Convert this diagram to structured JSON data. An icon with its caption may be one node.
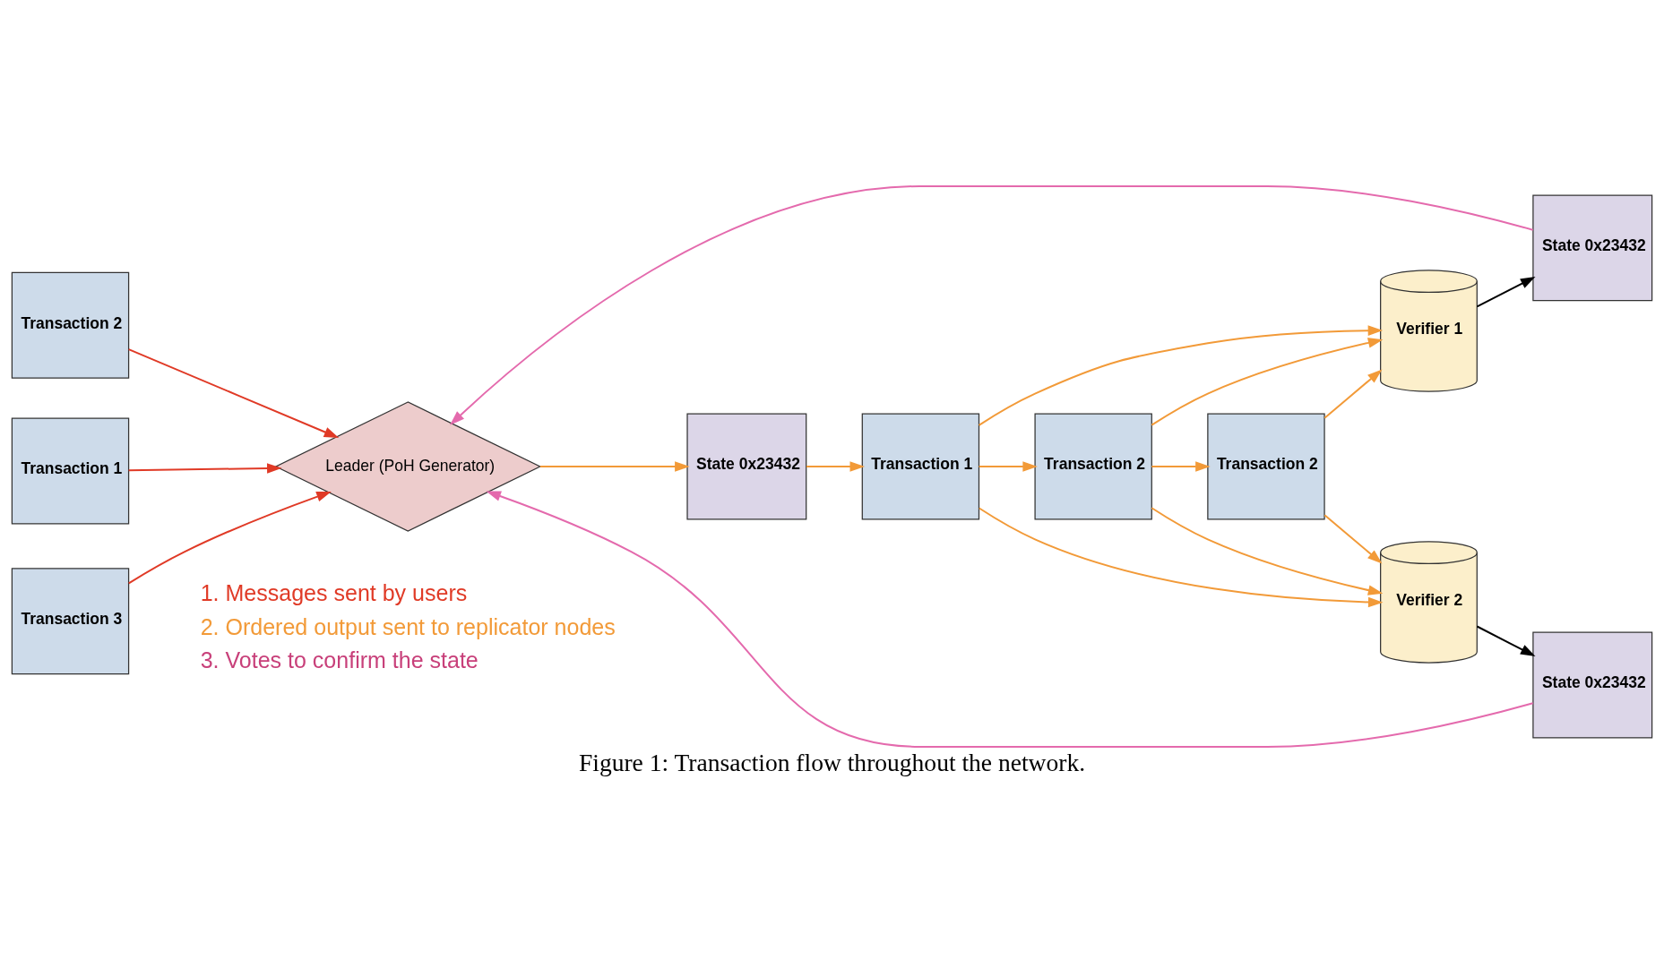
{
  "diagram": {
    "caption": "Figure 1: Transaction flow throughout the network.",
    "nodes": [
      {
        "text": [
          "Transaction 1"
        ]
      },
      {
        "text": [
          "Transaction 2"
        ]
      },
      {
        "text": [
          "Transaction 3"
        ]
      },
      {
        "text": [
          "Leader (PoH Generator)"
        ]
      },
      {
        "text": [
          "State 0x23432"
        ]
      },
      {
        "text": [
          "Transaction 1"
        ]
      },
      {
        "text": [
          "Transaction 2"
        ]
      },
      {
        "text": [
          "Transaction 2"
        ]
      },
      {
        "text": [
          "Verifier 1"
        ]
      },
      {
        "text": [
          "Verifier 2"
        ]
      },
      {
        "text": [
          "State 0x23432"
        ]
      },
      {
        "text": [
          "State 0x23432"
        ]
      }
    ],
    "edges": [
      {
        "from": 0,
        "to": 3,
        "arrow": "to",
        "color": "#e03a26"
      },
      {
        "from": 1,
        "to": 3,
        "arrow": "to",
        "color": "#e03a26"
      },
      {
        "from": 2,
        "to": 3,
        "arrow": "to",
        "color": "#e03a26"
      },
      {
        "from": 3,
        "to": 4,
        "arrow": "to"
      },
      {
        "from": 4,
        "to": 5,
        "arrow": "to"
      },
      {
        "from": 5,
        "to": 6,
        "arrow": "to"
      },
      {
        "from": 6,
        "to": 7,
        "arrow": "to"
      },
      {
        "from": 5,
        "to": 8,
        "arrow": "to"
      },
      {
        "from": 5,
        "to": 9,
        "arrow": "to"
      },
      {
        "from": 6,
        "to": 8,
        "arrow": "to"
      },
      {
        "from": 6,
        "to": 9,
        "arrow": "to"
      },
      {
        "from": 7,
        "to": 8,
        "arrow": "to"
      },
      {
        "from": 7,
        "to": 9,
        "arrow": "to"
      },
      {
        "from": 8,
        "to": 10,
        "arrow": "to",
        "color": "#000000"
      },
      {
        "from": 9,
        "to": 11,
        "arrow": "to",
        "color": "#000000"
      },
      {
        "from": 10,
        "to": 3,
        "arrow": "to",
        "color": "#e46aad"
      },
      {
        "from": 11,
        "to": 3,
        "arrow": "to",
        "color": "#e46aad"
      }
    ],
    "legend": [
      {
        "text": "1. Messages sent by users",
        "color": "#e03a26"
      },
      {
        "text": "2. Ordered output sent to replicator nodes",
        "color": "#f29a38"
      },
      {
        "text": "3. Votes to confirm the state",
        "color": "#c8407a"
      }
    ]
  }
}
